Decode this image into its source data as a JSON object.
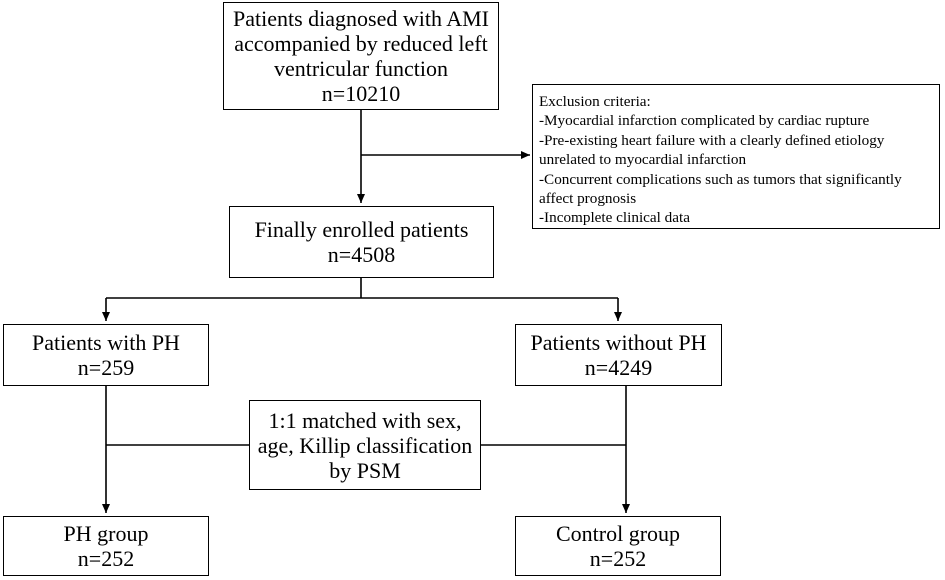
{
  "boxes": {
    "diagnosed": [
      "Patients diagnosed with AMI",
      "accompanied by reduced left",
      "ventricular function",
      "n=10210"
    ],
    "enrolled": [
      "Finally enrolled patients",
      "n=4508"
    ],
    "with_ph": [
      "Patients with PH",
      "n=259"
    ],
    "without_ph": [
      "Patients without PH",
      "n=4249"
    ],
    "matching": [
      "1:1 matched with sex,",
      "age, Killip classification",
      "by PSM"
    ],
    "ph_group": [
      "PH group",
      "n=252"
    ],
    "control_group": [
      "Control group",
      "n=252"
    ]
  },
  "exclusion": {
    "lines": [
      "Exclusion criteria:",
      "-Myocardial infarction complicated by cardiac rupture",
      "-Pre-existing heart failure with a clearly defined etiology",
      "unrelated to myocardial infarction",
      "-Concurrent complications such as tumors that significantly",
      "affect prognosis",
      "-Incomplete clinical data"
    ]
  }
}
